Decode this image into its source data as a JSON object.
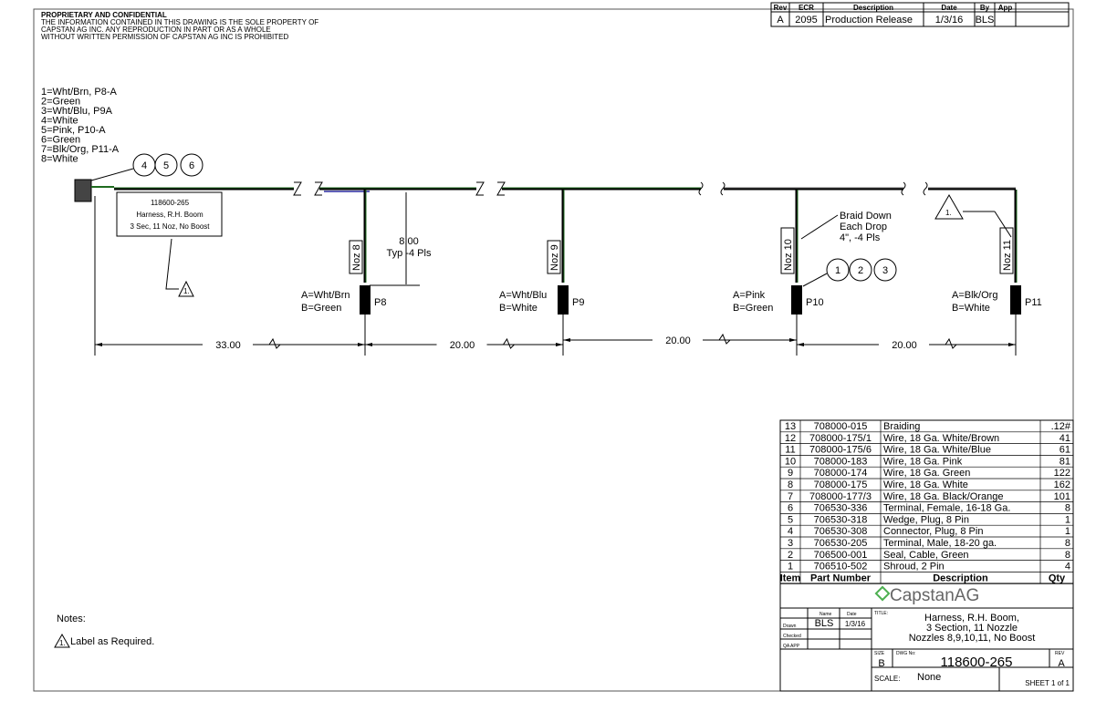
{
  "header": {
    "line1": "PROPRIETARY AND CONFIDENTIAL",
    "line2": "THE INFORMATION CONTAINED IN THIS DRAWING IS THE SOLE PROPERTY OF",
    "line3": "CAPSTAN AG INC. ANY REPRODUCTION IN PART OR AS A WHOLE",
    "line4": "WITHOUT WRITTEN PERMISSION OF CAPSTAN AG INC IS PROHIBITED"
  },
  "revision": {
    "headers": [
      "Rev",
      "ECR",
      "Description",
      "Date",
      "By",
      "App"
    ],
    "row": [
      "A",
      "2095",
      "Production Release",
      "1/3/16",
      "BLS",
      ""
    ]
  },
  "pinout": [
    "1=Wht/Brn, P8-A",
    "2=Green",
    "3=Wht/Blu, P9A",
    "4=White",
    "5=Pink, P10-A",
    "6=Green",
    "7=Blk/Org, P11-A",
    "8=White"
  ],
  "balloons_left": [
    "4",
    "5",
    "6"
  ],
  "balloons_right": [
    "1",
    "2",
    "3"
  ],
  "label_box": [
    "118600-265",
    "Harness, R.H. Boom",
    "3 Sec, 11 Noz, No Boost"
  ],
  "note_flag": "1.",
  "drop_dim": [
    "8.00",
    "Typ -4 Pls"
  ],
  "braid_note": [
    "Braid Down",
    "Each Drop",
    "4\", -4 Pls"
  ],
  "drops": [
    {
      "noz": "Noz 8",
      "plug": "P8",
      "a": "A=Wht/Brn",
      "b": "B=Green"
    },
    {
      "noz": "Noz 9",
      "plug": "P9",
      "a": "A=Wht/Blu",
      "b": "B=White"
    },
    {
      "noz": "Noz 10",
      "plug": "P10",
      "a": "A=Pink",
      "b": "B=Green"
    },
    {
      "noz": "Noz 11",
      "plug": "P11",
      "a": "A=Blk/Org",
      "b": "B=White"
    }
  ],
  "dims": [
    "33.00",
    "20.00",
    "20.00",
    "20.00"
  ],
  "notes": {
    "title": "Notes:",
    "item": "Label as Required."
  },
  "bom": {
    "headers": [
      "Item",
      "Part Number",
      "Description",
      "Qty"
    ],
    "rows": [
      [
        "13",
        "708000-015",
        "Braiding",
        ".12#"
      ],
      [
        "12",
        "708000-175/1",
        "Wire, 18 Ga. White/Brown",
        "41"
      ],
      [
        "11",
        "708000-175/6",
        "Wire, 18 Ga. White/Blue",
        "61"
      ],
      [
        "10",
        "708000-183",
        "Wire, 18 Ga. Pink",
        "81"
      ],
      [
        "9",
        "708000-174",
        "Wire, 18 Ga. Green",
        "122"
      ],
      [
        "8",
        "708000-175",
        "Wire, 18 Ga. White",
        "162"
      ],
      [
        "7",
        "708000-177/3",
        "Wire, 18 Ga. Black/Orange",
        "101"
      ],
      [
        "6",
        "706530-336",
        "Terminal, Female, 16-18 Ga.",
        "8"
      ],
      [
        "5",
        "706530-318",
        "Wedge, Plug, 8 Pin",
        "1"
      ],
      [
        "4",
        "706530-308",
        "Connector, Plug, 8 Pin",
        "1"
      ],
      [
        "3",
        "706530-205",
        "Terminal, Male, 18-20 ga.",
        "8"
      ],
      [
        "2",
        "706500-001",
        "Seal, Cable, Green",
        "8"
      ],
      [
        "1",
        "706510-502",
        "Shroud, 2 Pin",
        "4"
      ]
    ]
  },
  "title_block": {
    "logo": "CapstanAG",
    "name_h": "Name",
    "date_h": "Date",
    "drawn": "Drawn",
    "checked": "Checked",
    "qa": "QA APP",
    "drawn_name": "BLS",
    "drawn_date": "1/3/16",
    "title_h": "TITLE:",
    "title": [
      "Harness, R.H. Boom,",
      "3 Section, 11 Nozzle",
      "Nozzles 8,9,10,11, No Boost"
    ],
    "size_h": "SIZE",
    "size": "B",
    "dwg_h": "DWG No:",
    "dwg": "118600-265",
    "rev_h": "REV",
    "rev": "A",
    "scale_h": "SCALE:",
    "scale": "None",
    "sheet": "SHEET 1 of 1"
  },
  "colors": {
    "line": "#000000",
    "green": "#1f6b1f",
    "blue": "#2a2aa0",
    "logo": "#4caf50"
  }
}
